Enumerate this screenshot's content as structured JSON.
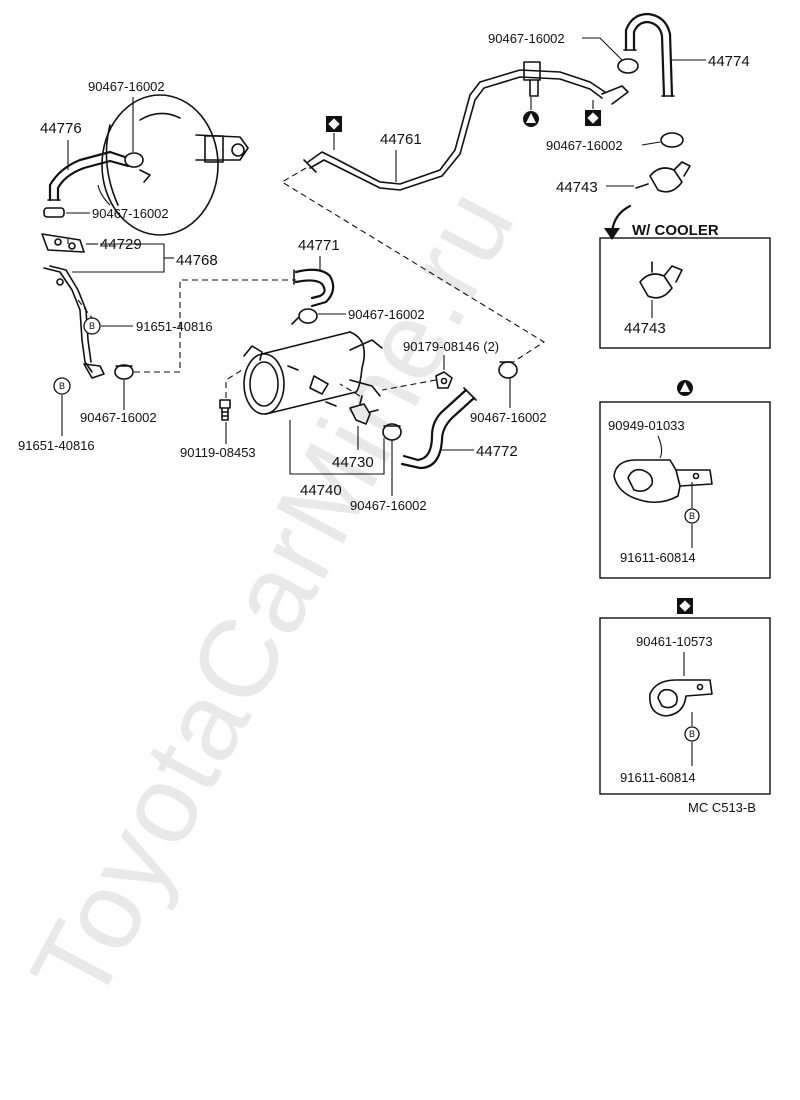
{
  "watermark": "ToyotaCarMine.ru",
  "diagram_code": "MC  C513-B",
  "labels": {
    "p44776": "44776",
    "p44729": "44729",
    "p44768": "44768",
    "p44761": "44761",
    "p44774": "44774",
    "p44743_top": "44743",
    "p44771": "44771",
    "p44772": "44772",
    "p44730": "44730",
    "p44740": "44740",
    "c_brake_top": "90467-16002",
    "c_brake_bottom": "90467-16002",
    "c_top_pipe": "90467-16002",
    "c_right": "90467-16002",
    "c_canister": "90467-16002",
    "c_bracket": "90467-16002",
    "c_valve": "90467-16002",
    "c_hose44772": "90467-16002",
    "b_bracket_upper": "91651-40816",
    "b_bracket_lower": "91651-40816",
    "bolt_canister": "90119-08453",
    "nut_2": "90179-08146 (2)"
  },
  "callout_boxes": {
    "cooler": {
      "title": "W/ COOLER",
      "part": "44743"
    },
    "triangle": {
      "clamp": "90949-01033",
      "bolt": "91611-60814"
    },
    "diamond": {
      "clamp": "90461-10573",
      "bolt": "91611-60814"
    }
  },
  "bolt_mark_letter": "B"
}
